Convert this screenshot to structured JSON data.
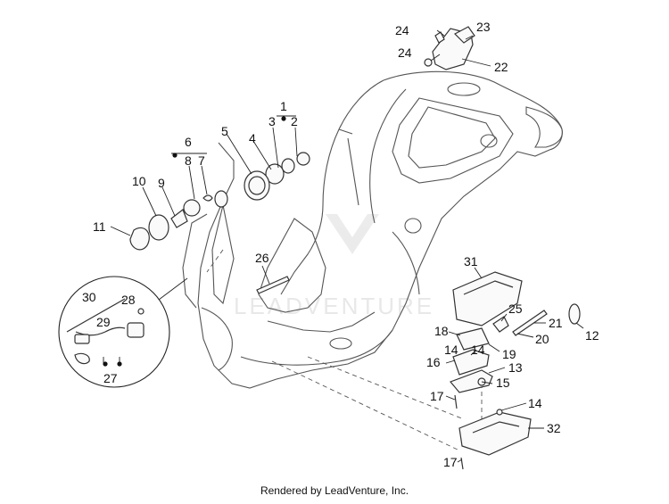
{
  "watermark": "LEADVENTURE",
  "footer": "Rendered by LeadVenture, Inc.",
  "callouts": [
    "1",
    "2",
    "3",
    "4",
    "5",
    "6",
    "7",
    "8",
    "9",
    "10",
    "11",
    "12",
    "13",
    "14",
    "14",
    "14",
    "15",
    "16",
    "17",
    "17",
    "18",
    "19",
    "20",
    "21",
    "22",
    "23",
    "24",
    "24",
    "25",
    "26",
    "27",
    "28",
    "29",
    "30",
    "31",
    "32"
  ]
}
